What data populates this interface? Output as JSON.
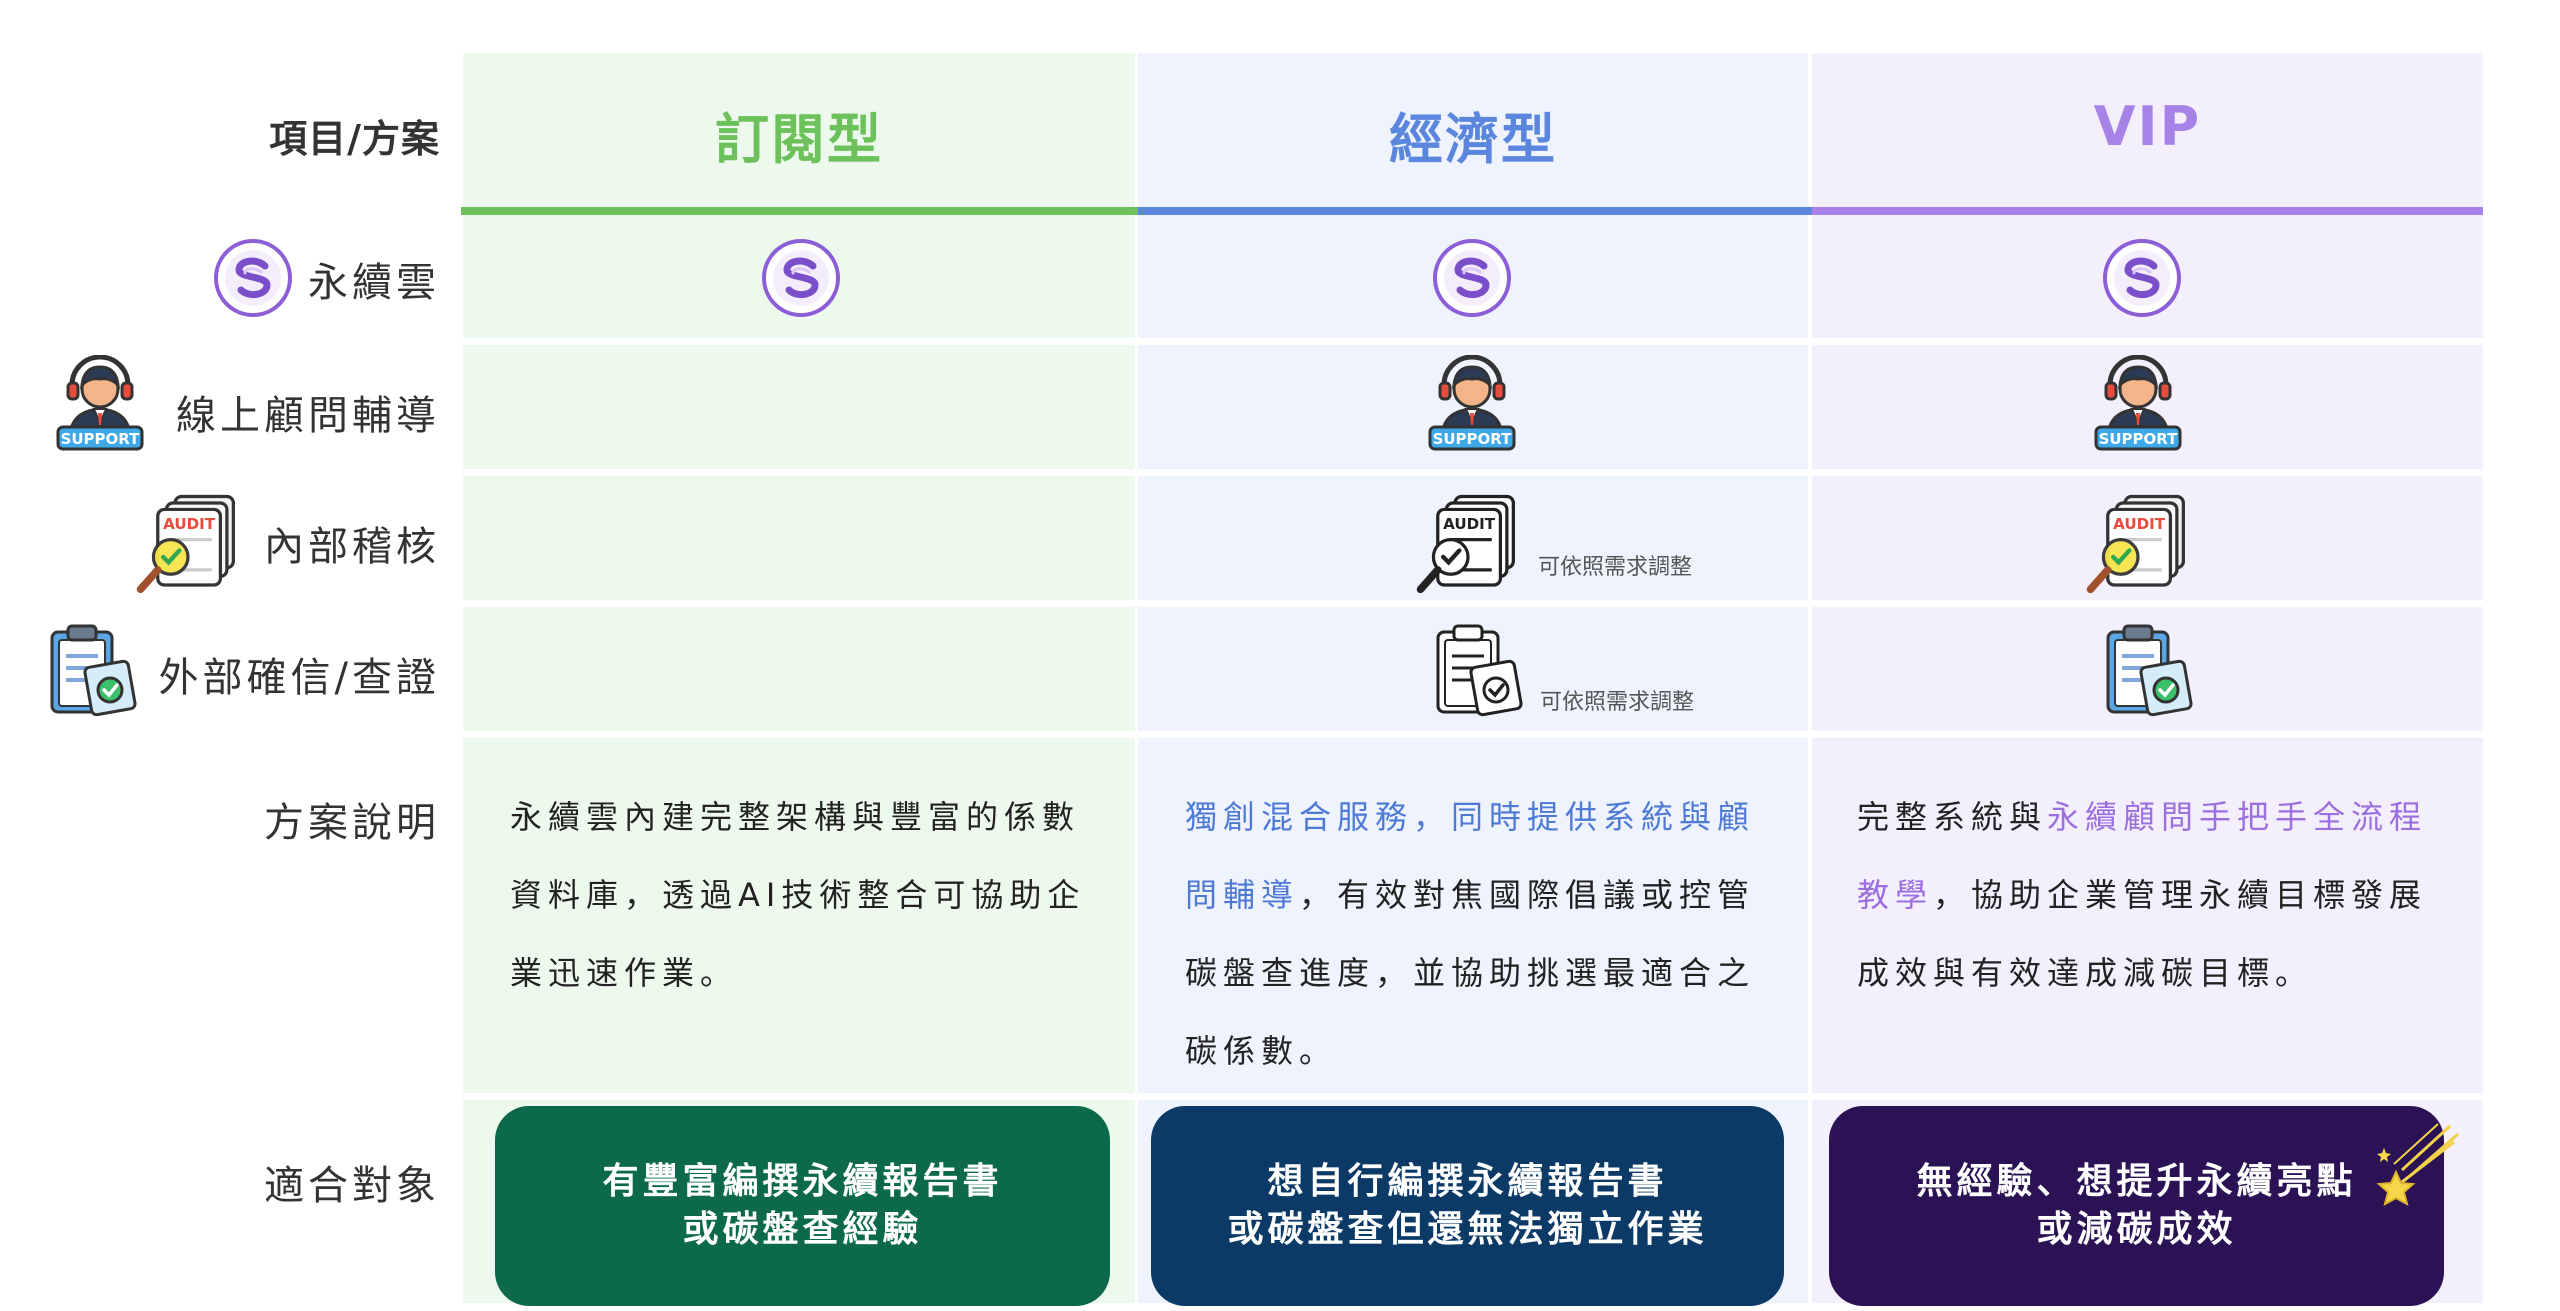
{
  "header": {
    "label": "項目/方案"
  },
  "plans": [
    {
      "name": "訂閱型",
      "color": "#6cc15a"
    },
    {
      "name": "經濟型",
      "color": "#5b86dd"
    },
    {
      "name": "VIP",
      "color": "#a783e8"
    }
  ],
  "rows": {
    "cloud": {
      "label": "永續雲"
    },
    "consult": {
      "label": "線上顧問輔導",
      "badge": "SUPPORT"
    },
    "audit": {
      "label": "內部稽核",
      "badge": "AUDIT",
      "eco_note": "可依照需求調整"
    },
    "verify": {
      "label": "外部確信/查證",
      "eco_note": "可依照需求調整"
    },
    "description": {
      "label": "方案說明",
      "subscription": "永續雲內建完整架構與豐富的係數資料庫，透過AI技術整合可協助企業迅速作業。",
      "economy_highlight": "獨創混合服務，同時提供系統與顧問輔導",
      "economy_rest": "，有效對焦國際倡議或控管碳盤查進度，並協助挑選最適合之碳係數。",
      "vip_prefix": "完整系統與",
      "vip_highlight": "永續顧問手把手全流程教學",
      "vip_rest": "，協助企業管理永續目標發展成效與有效達成減碳目標。"
    },
    "target": {
      "label": "適合對象",
      "subscription": [
        "有豐富編撰永續報告書",
        "或碳盤查經驗"
      ],
      "economy": [
        "想自行編撰永續報告書",
        "或碳盤查但還無法獨立作業"
      ],
      "vip": [
        "無經驗、想提升永續亮點",
        "或減碳成效"
      ]
    }
  },
  "colors": {
    "sub_card": "#0c6a4a",
    "eco_card": "#0b3a66",
    "vip_card": "#2a1255"
  },
  "icons": [
    "cloud-logo-icon",
    "support-agent-icon",
    "audit-report-icon",
    "clipboard-verify-icon",
    "shooting-star-icon"
  ]
}
